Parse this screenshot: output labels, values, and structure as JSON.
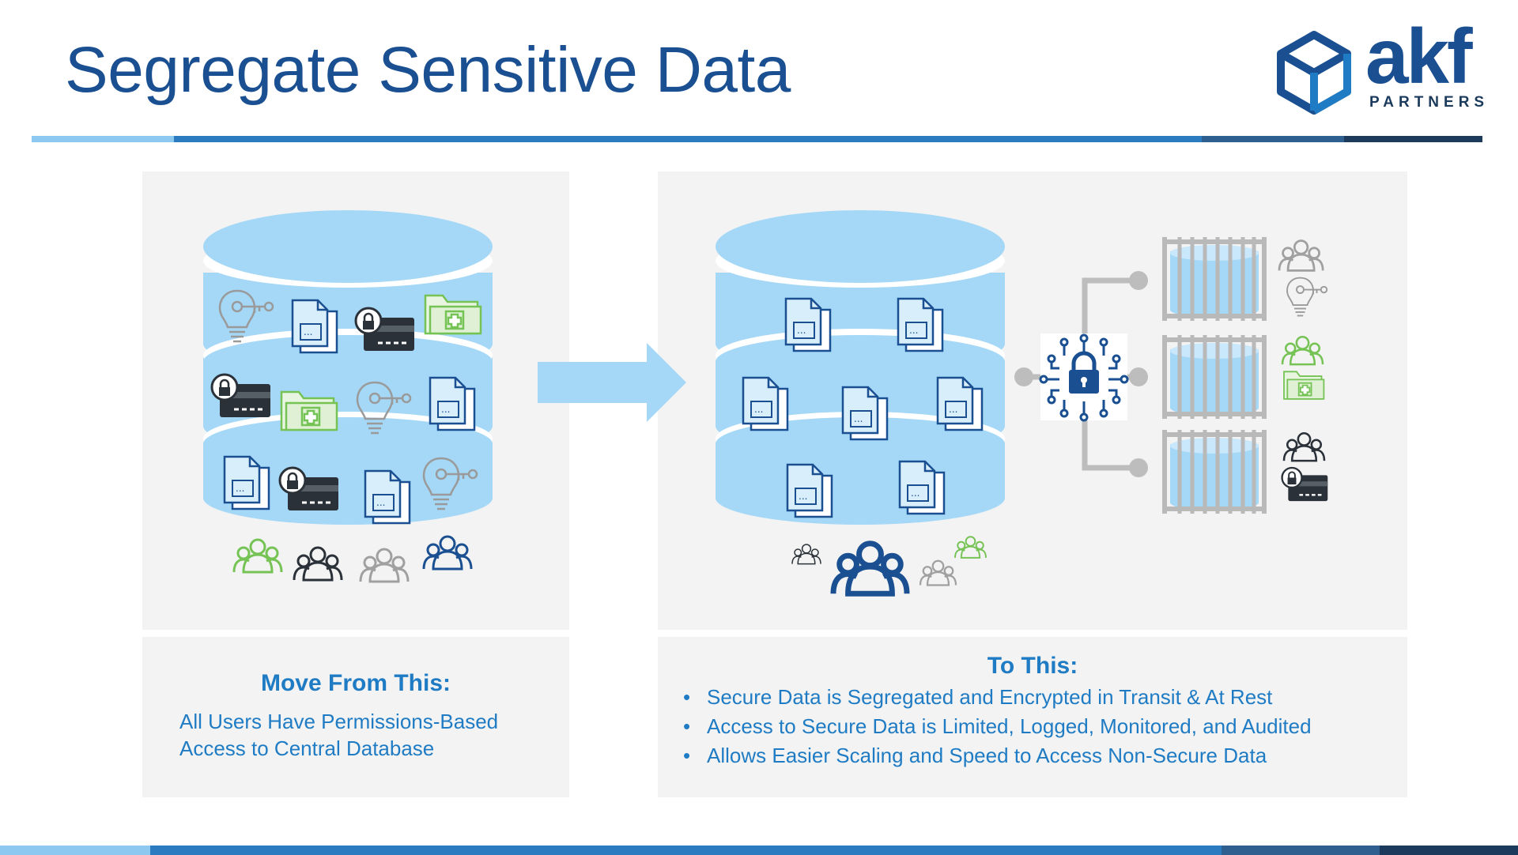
{
  "header": {
    "title": "Segregate Sensitive Data"
  },
  "logo": {
    "word": "akf",
    "sub": "PARTNERS"
  },
  "left_caption": {
    "heading": "Move From This:",
    "lines": [
      "All Users Have Permissions-Based",
      "Access to Central Database"
    ]
  },
  "right_caption": {
    "heading": "To This:",
    "bullets": [
      "Secure Data is Segregated and Encrypted in Transit & At Rest",
      "Access to Secure Data is Limited, Logged, Monitored, and Audited",
      "Allows Easier Scaling and Speed to Access Non-Secure Data"
    ]
  },
  "colors": {
    "brand": "#1a4f91",
    "accent": "#1f7cc4",
    "db": "#a5d8f7",
    "green": "#76c355",
    "gray": "#a0a0a0",
    "dark": "#2b3138"
  },
  "icons": [
    "cube-logo-icon",
    "database-icon",
    "document-icon",
    "lightbulb-key-icon",
    "locked-card-icon",
    "medical-folder-icon",
    "user-group-icon",
    "arrow-right-icon",
    "encryption-chip-icon",
    "caged-database-icon"
  ]
}
